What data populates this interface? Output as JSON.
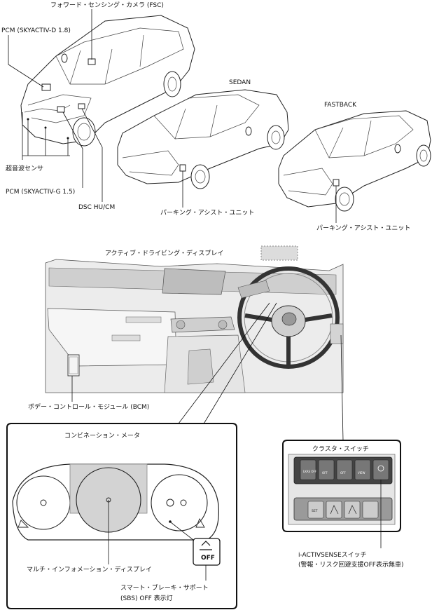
{
  "labels": {
    "fsc": "フォワード・センシング・カメラ (FSC)",
    "pcm_d": "PCM (SKYACTIV-D 1.8)",
    "sedan": "SEDAN",
    "fastback": "FASTBACK",
    "ultrasonic": "超音波センサ",
    "pcm_g": "PCM (SKYACTIV-G 1.5)",
    "dsc": "DSC HU/CM",
    "parking_sedan": "パーキング・アシスト・ユニット",
    "parking_fastback": "パーキング・アシスト・ユニット",
    "active_display": "アクティブ・ドライビング・ディスプレイ",
    "bcm": "ボデー・コントロール・モジュール (BCM)",
    "combination_meter": "コンビネーション・メータ",
    "cluster_switch": "クラスタ・スイッチ",
    "iactivsense_line1": "i-ACTIVSENSEスイッチ",
    "iactivsense_line2": "(警報・リスク回避支援OFF表示無車)",
    "multi_info": "マルチ・インフォメーション・ディスプレイ",
    "sbs_line1": "スマート・ブレーキ・サポート",
    "sbs_line2": "(SBS) OFF 表示灯"
  },
  "switches": {
    "top": [
      "LKAS OFF",
      "OFF",
      "OFF",
      "VIEW"
    ],
    "bottom_first": "SET"
  },
  "sbs_badge": "OFF"
}
